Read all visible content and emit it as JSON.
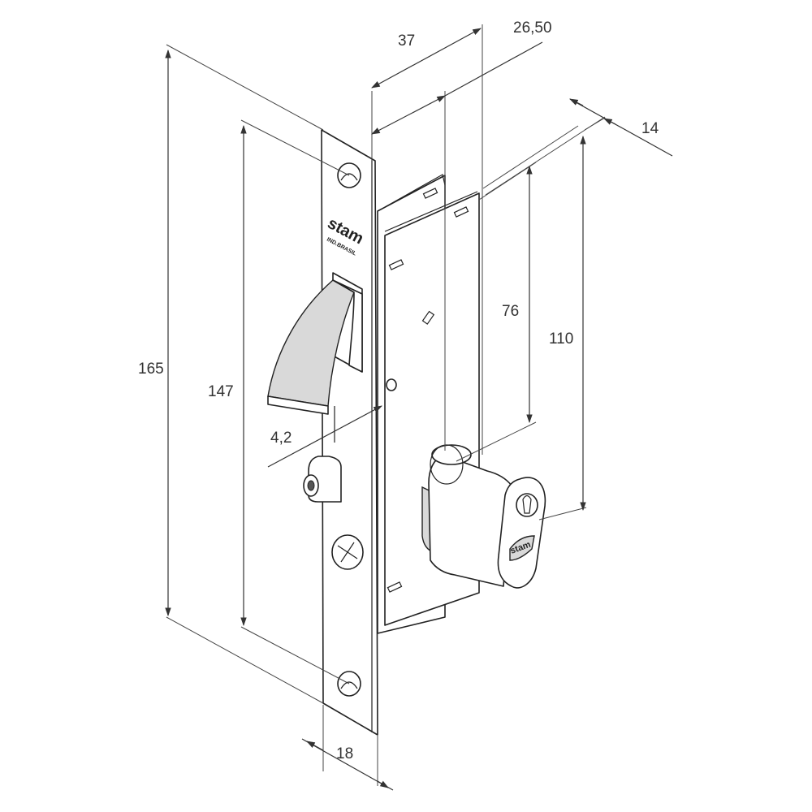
{
  "brand": {
    "logo": "stam",
    "origin": "IND.BRASIL"
  },
  "dimensions": {
    "overall_height": "165",
    "screw_spacing": "147",
    "latch_offset": "4,2",
    "faceplate_width": "18",
    "backset": "37",
    "body_depth": "26,50",
    "cylinder_projection": "14",
    "cylinder_center_top": "76",
    "cylinder_bottom": "110"
  },
  "icons": {
    "screw": "phillips-screw-icon",
    "keyhole": "keyhole-icon"
  },
  "colors": {
    "line": "#222222",
    "dimension": "#333333",
    "background": "#ffffff"
  }
}
